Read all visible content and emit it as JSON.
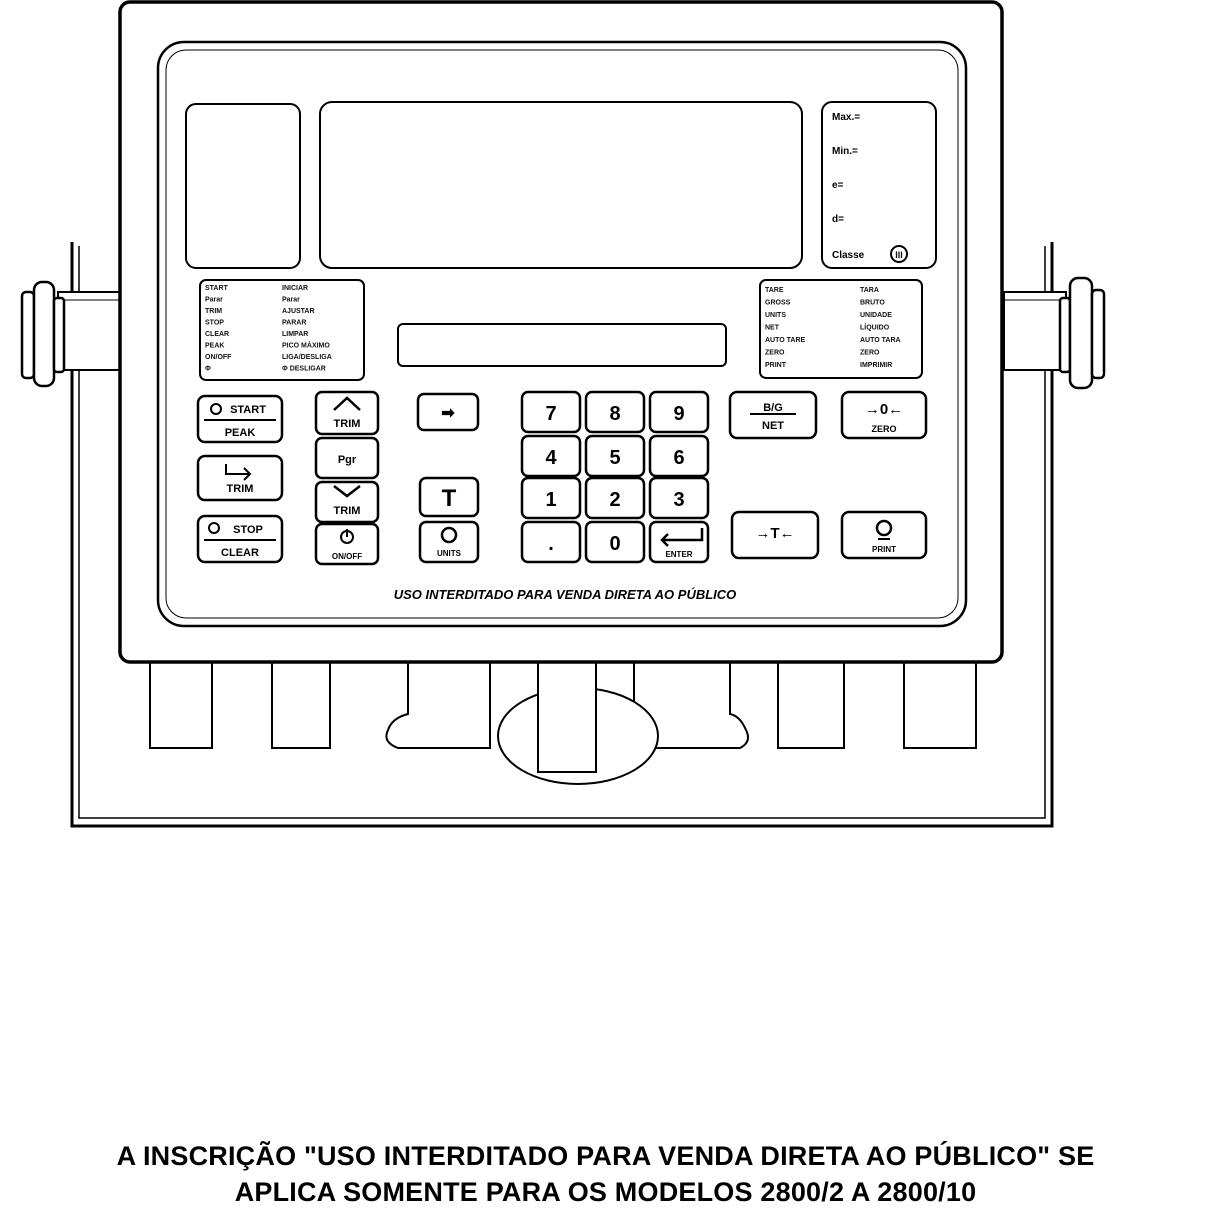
{
  "panel": {
    "indicators": [
      "Max.=",
      "Min.=",
      "e=",
      "d=",
      "Classe"
    ],
    "class_mark": "III",
    "left_legend": [
      [
        "START",
        "INICIAR"
      ],
      [
        "Parar",
        "Parar"
      ],
      [
        "TRIM",
        "AJUSTAR"
      ],
      [
        "STOP",
        "PARAR"
      ],
      [
        "CLEAR",
        "LIMPAR"
      ],
      [
        "PEAK",
        "PICO MÁXIMO"
      ],
      [
        "ON/OFF",
        "LIGA/DESLIGA"
      ],
      [
        "Φ",
        "Φ DESLIGAR"
      ]
    ],
    "right_legend": [
      [
        "TARE",
        "TARA"
      ],
      [
        "GROSS",
        "BRUTO"
      ],
      [
        "UNITS",
        "UNIDADE"
      ],
      [
        "NET",
        "LÍQUIDO"
      ],
      [
        "AUTO TARE",
        "AUTO TARA"
      ],
      [
        "ZERO",
        "ZERO"
      ],
      [
        "PRINT",
        "IMPRIMIR"
      ]
    ],
    "keys": {
      "start_top": "START",
      "start_bottom": "PEAK",
      "trim_up": "TRIM",
      "trim_mid": "TRIM",
      "trim_down": "TRIM",
      "pgr": "Pgr",
      "stop_top": "STOP",
      "stop_bottom": "CLEAR",
      "onoff": "ON/OFF",
      "arrow": "➡",
      "tare_t": "T",
      "units": "UNITS",
      "digits": [
        "7",
        "8",
        "9",
        "4",
        "5",
        "6",
        "1",
        "2",
        "3",
        ".",
        "0"
      ],
      "enter": "ENTER",
      "gross_top": "B/G",
      "gross_bottom": "NET",
      "zero_sym": "→0←",
      "zero_label": "ZERO",
      "tare_sym": "→T←",
      "print_label": "PRINT"
    },
    "inscription": "USO INTERDITADO PARA VENDA DIRETA AO PÚBLICO"
  },
  "caption": {
    "line1": "A INSCRIÇÃO \"USO INTERDITADO PARA VENDA DIRETA AO PÚBLICO\" SE",
    "line2": "APLICA SOMENTE PARA OS MODELOS 2800/2 A 2800/10"
  }
}
